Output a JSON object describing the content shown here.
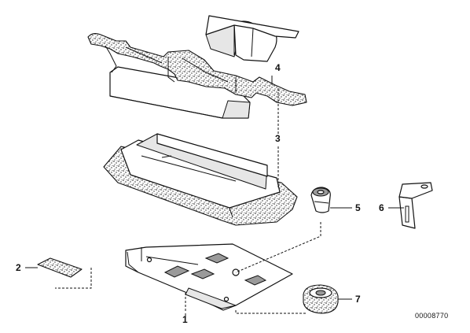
{
  "callouts": {
    "c1": "1",
    "c2": "2",
    "c3": "3",
    "c4": "4",
    "c5": "5",
    "c6": "6",
    "c7": "7"
  },
  "reference_number": "00008770"
}
